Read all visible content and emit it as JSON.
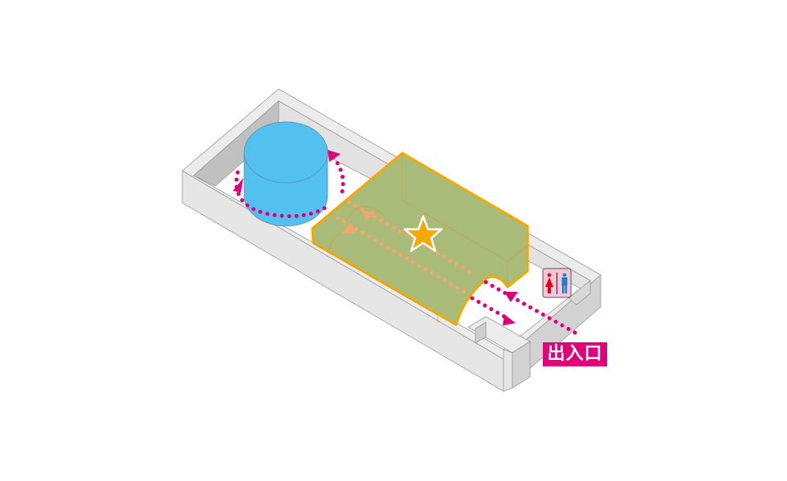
{
  "diagram": {
    "entrance_label": "出入口",
    "icons": [
      "restroom-icon",
      "star-icon",
      "cylinder-tank",
      "flow-arrows"
    ],
    "colors": {
      "wall_top": "#e8e8e8",
      "wall_dark": "#c4c4c4",
      "cylinder": "#52c1f0",
      "box_fill": "#a9bb78",
      "box_outline": "#f5a800",
      "star": "#f5a800",
      "route": "#e2007a",
      "route_inside": "#f5a56b",
      "restroom_bg": "#f6c6d8"
    }
  }
}
